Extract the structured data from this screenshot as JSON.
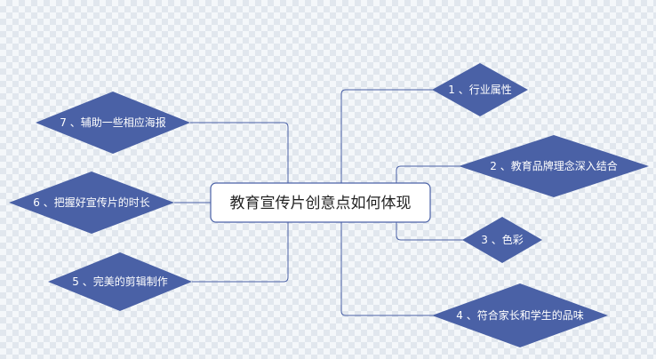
{
  "center": {
    "label": "教育宣传片创意点如何体现"
  },
  "right_nodes": [
    {
      "label": "1 、行业属性"
    },
    {
      "label": "2 、教育品牌理念深入结合"
    },
    {
      "label": "3 、色彩"
    },
    {
      "label": "4 、符合家长和学生的品味"
    }
  ],
  "left_nodes": [
    {
      "label": "7 、辅助一些相应海报"
    },
    {
      "label": "6 、把握好宣传片的时长"
    },
    {
      "label": "5 、完美的剪辑制作"
    }
  ],
  "colors": {
    "diamond_fill": "#4a61a6",
    "connector": "#4a61a6",
    "center_border": "#4a61a6",
    "center_fill": "#ffffff"
  }
}
